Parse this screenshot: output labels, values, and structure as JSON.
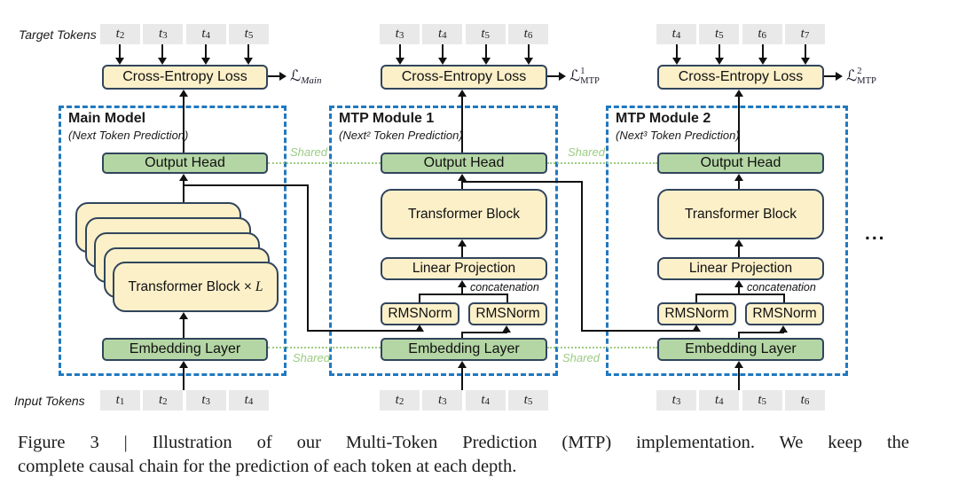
{
  "labels": {
    "target_tokens": "Target Tokens",
    "input_tokens": "Input Tokens",
    "shared": "Shared",
    "ellipsis": "..."
  },
  "colors": {
    "module_border_blue": "#2079c0",
    "box_yellow": "#fcf0c9",
    "box_green": "#b4d6a4",
    "box_border": "#31455c",
    "token_gray": "#e9e9e9",
    "shared_green": "#9ccb82"
  },
  "modules": [
    {
      "title": "Main Model",
      "subtitle": "(Next Token Prediction)",
      "cross_entropy_label": "Cross-Entropy Loss",
      "output_head_label": "Output Head",
      "embedding_label": "Embedding Layer",
      "transformer_stack": {
        "label": "Transformer Block ×",
        "var": "L"
      },
      "loss": {
        "symbol": "ℒ",
        "sub": "Main"
      },
      "target_tokens": [
        {
          "base": "t",
          "sub": "2"
        },
        {
          "base": "t",
          "sub": "3"
        },
        {
          "base": "t",
          "sub": "4"
        },
        {
          "base": "t",
          "sub": "5"
        }
      ],
      "input_tokens": [
        {
          "base": "t",
          "sub": "1"
        },
        {
          "base": "t",
          "sub": "2"
        },
        {
          "base": "t",
          "sub": "3"
        },
        {
          "base": "t",
          "sub": "4"
        }
      ]
    },
    {
      "title": "MTP Module 1",
      "subtitle": "(Next² Token Prediction)",
      "cross_entropy_label": "Cross-Entropy Loss",
      "output_head_label": "Output Head",
      "transformer_block_label": "Transformer Block",
      "linear_projection_label": "Linear Projection",
      "concatenation_label": "concatenation",
      "rmsnorm_left_label": "RMSNorm",
      "rmsnorm_right_label": "RMSNorm",
      "embedding_label": "Embedding Layer",
      "loss": {
        "symbol": "ℒ",
        "sup": "1",
        "sub": "MTP"
      },
      "target_tokens": [
        {
          "base": "t",
          "sub": "3"
        },
        {
          "base": "t",
          "sub": "4"
        },
        {
          "base": "t",
          "sub": "5"
        },
        {
          "base": "t",
          "sub": "6"
        }
      ],
      "input_tokens": [
        {
          "base": "t",
          "sub": "2"
        },
        {
          "base": "t",
          "sub": "3"
        },
        {
          "base": "t",
          "sub": "4"
        },
        {
          "base": "t",
          "sub": "5"
        }
      ]
    },
    {
      "title": "MTP Module 2",
      "subtitle": "(Next³ Token Prediction)",
      "cross_entropy_label": "Cross-Entropy Loss",
      "output_head_label": "Output Head",
      "transformer_block_label": "Transformer Block",
      "linear_projection_label": "Linear Projection",
      "concatenation_label": "concatenation",
      "rmsnorm_left_label": "RMSNorm",
      "rmsnorm_right_label": "RMSNorm",
      "embedding_label": "Embedding Layer",
      "loss": {
        "symbol": "ℒ",
        "sup": "2",
        "sub": "MTP"
      },
      "target_tokens": [
        {
          "base": "t",
          "sub": "4"
        },
        {
          "base": "t",
          "sub": "5"
        },
        {
          "base": "t",
          "sub": "6"
        },
        {
          "base": "t",
          "sub": "7"
        }
      ],
      "input_tokens": [
        {
          "base": "t",
          "sub": "3"
        },
        {
          "base": "t",
          "sub": "4"
        },
        {
          "base": "t",
          "sub": "5"
        },
        {
          "base": "t",
          "sub": "6"
        }
      ]
    }
  ],
  "caption": {
    "line1": "Figure 3 | Illustration of our Multi-Token Prediction (MTP) implementation. We keep the",
    "line2": "complete causal chain for the prediction of each token at each depth."
  }
}
